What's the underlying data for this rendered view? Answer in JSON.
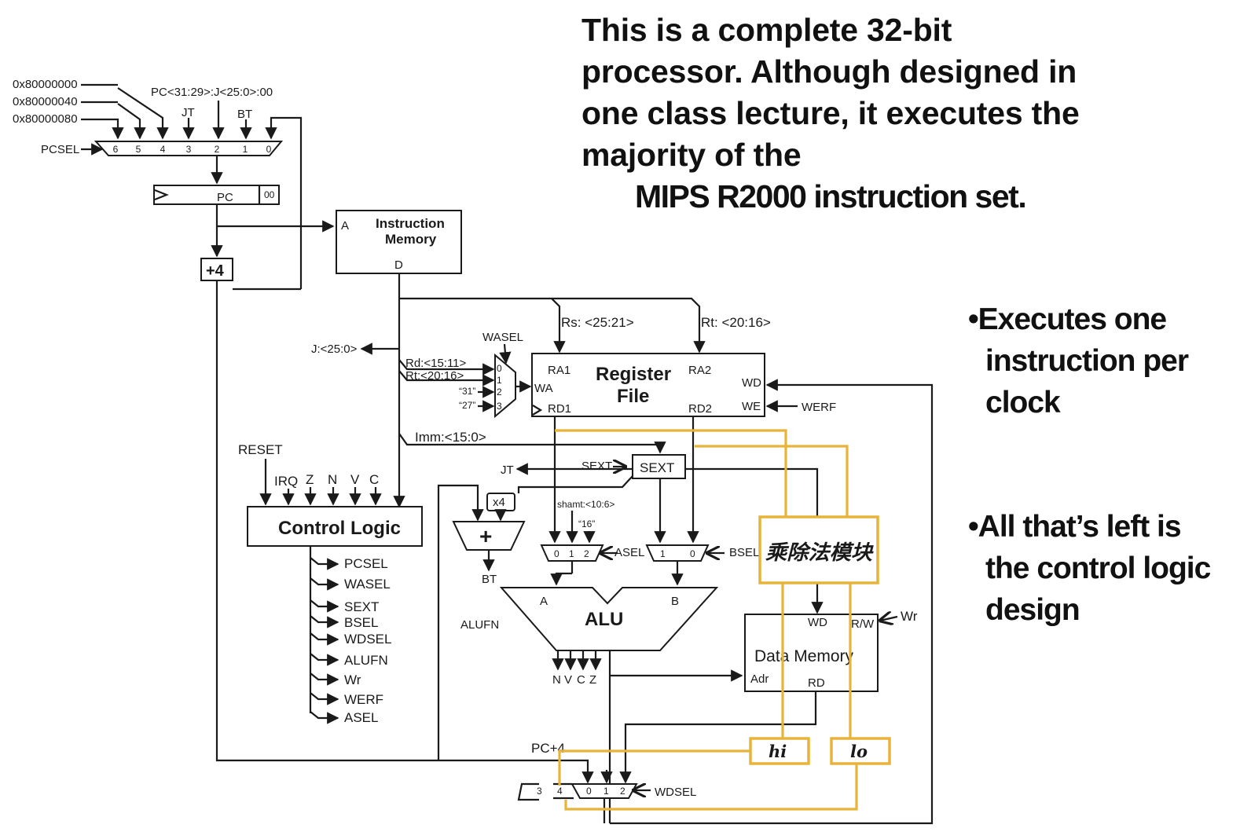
{
  "title": {
    "lines": [
      "This is a complete 32-bit",
      "processor.  Although designed in",
      "one class lecture,  it executes the",
      "majority of  the",
      "MIPS R2000  instruction set."
    ]
  },
  "bullets": [
    {
      "lines": [
        "•Executes  one",
        "instruction  per",
        "clock"
      ]
    },
    {
      "lines": [
        "•All that’s left is",
        "the control logic",
        "design"
      ]
    }
  ],
  "pc_inputs": {
    "const_a": "0x80000000",
    "const_b": "0x80000040",
    "const_c": "0x80000080",
    "jump_addr": "PC<31:29>:J<25:0>:00",
    "jt": "JT",
    "bt": "BT",
    "pcsel": "PCSEL",
    "mux_indices": [
      "6",
      "5",
      "4",
      "3",
      "2",
      "1",
      "0"
    ]
  },
  "pc_register": {
    "label": "PC",
    "init": "00",
    "plus4": "+4"
  },
  "instruction_memory": {
    "title_line1": "Instruction",
    "title_line2": "Memory",
    "addr_port": "A",
    "data_port": "D"
  },
  "fields": {
    "j": "J:<25:0>",
    "rs": "Rs: <25:21>",
    "rt": "Rt: <20:16>",
    "rd_mux": "Rd:<15:11>",
    "rt_mux": "Rt:<20:16>",
    "c31": "“31”",
    "c27": "“27”",
    "imm": "Imm:<15:0>"
  },
  "wasel": {
    "label": "WASEL",
    "indices": [
      "0",
      "1",
      "2",
      "3"
    ]
  },
  "register_file": {
    "title_line1": "Register",
    "title_line2": "File",
    "ra1": "RA1",
    "ra2": "RA2",
    "wa": "WA",
    "rd1": "RD1",
    "rd2": "RD2",
    "wd": "WD",
    "we": "WE",
    "werf": "WERF"
  },
  "control_logic": {
    "title": "Control Logic",
    "reset": "RESET",
    "inputs": [
      "IRQ",
      "Z",
      "N",
      "V",
      "C"
    ],
    "outputs": [
      "PCSEL",
      "WASEL",
      "SEXT",
      "BSEL",
      "WDSEL",
      "ALUFN",
      "Wr",
      "WERF",
      "ASEL"
    ]
  },
  "sext": {
    "box": "SEXT",
    "control": "SEXT",
    "jt": "JT",
    "x4": "x4"
  },
  "branch_adder": {
    "symbol": "+",
    "out": "BT"
  },
  "asel": {
    "label": "ASEL",
    "shamt": "shamt:<10:6>",
    "c16": "“16”",
    "indices": [
      "0",
      "1",
      "2"
    ]
  },
  "bsel": {
    "label": "BSEL",
    "indices": [
      "1",
      "0"
    ]
  },
  "alu": {
    "title": "ALU",
    "a": "A",
    "b": "B",
    "alufn": "ALUFN",
    "flags": [
      "N",
      "V",
      "C",
      "Z"
    ]
  },
  "data_memory": {
    "title": "Data Memory",
    "wd": "WD",
    "rw": "R/W",
    "adr": "Adr",
    "rd": "RD",
    "wr": "Wr"
  },
  "wdsel": {
    "label": "WDSEL",
    "pc4": "PC+4",
    "indices": [
      "0",
      "1",
      "2"
    ],
    "added": [
      "3",
      "4"
    ]
  },
  "annotations": {
    "mult_div": "乘除法模块",
    "hi": "hi",
    "lo": "lo"
  }
}
